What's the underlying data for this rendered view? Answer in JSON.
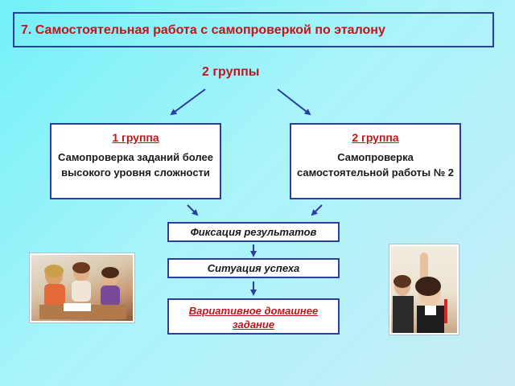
{
  "title": "7. Самостоятельная работа с самопроверкой по эталону",
  "groups_label": "2 группы",
  "group1": {
    "title": "1 группа",
    "description": "Самопроверка заданий более высокого уровня сложности"
  },
  "group2": {
    "title": "2 группа",
    "description": "Самопроверка самостоятельной работы № 2"
  },
  "steps": [
    "Фиксация результатов",
    "Ситуация успеха",
    "Вариативное домашнее задание"
  ],
  "colors": {
    "title_red": "#c0151b",
    "border_blue": "#2a3fa0",
    "arrow_blue": "#2a3fa0",
    "background": "#72f0f8"
  },
  "images": [
    "children-group-work-photo",
    "girl-raising-hand-photo"
  ]
}
